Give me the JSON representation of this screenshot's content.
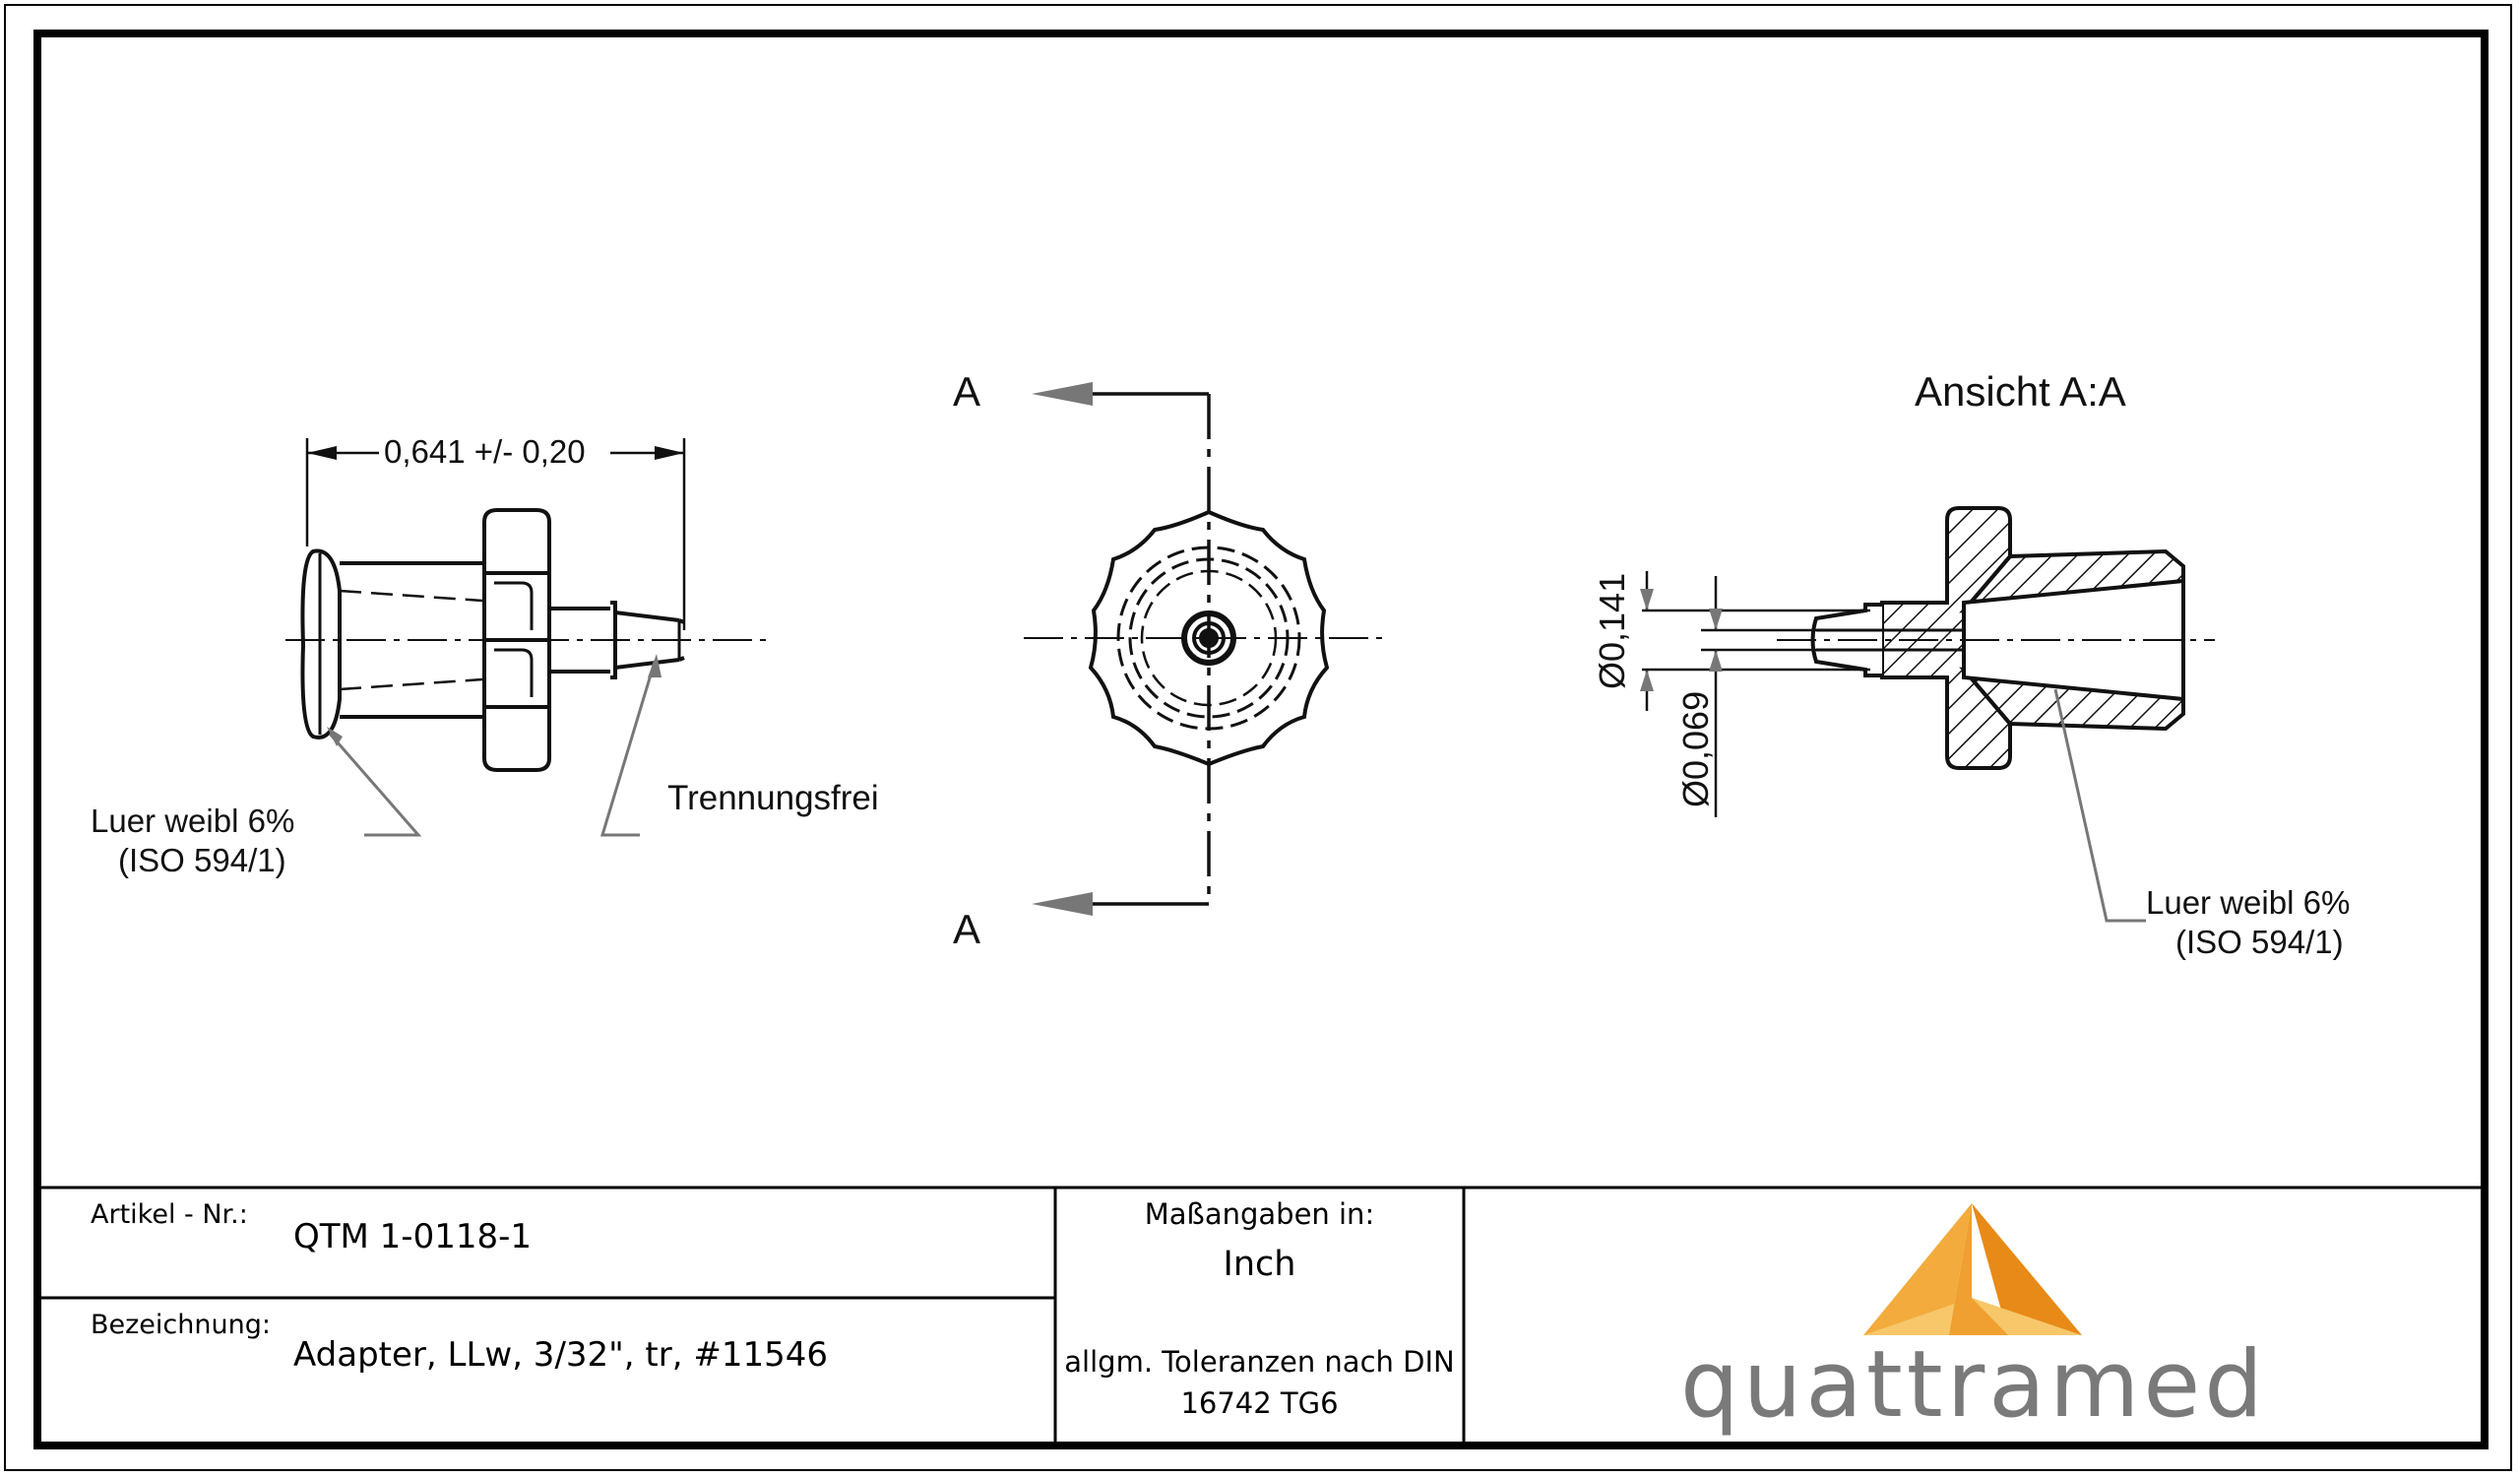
{
  "drawing": {
    "side_view": {
      "length_dimension": "0,641  +/-  0,20",
      "note_luer_line1": "Luer  weibl  6%",
      "note_luer_line2": "(ISO  594/1)",
      "note_trennungsfrei": "Trennungsfrei"
    },
    "front_view": {
      "section_marker_top": "A",
      "section_marker_bottom": "A"
    },
    "section_view": {
      "title": "Ansicht  A:A",
      "diameter_outer": "Ø0,141",
      "diameter_inner": "Ø0,069",
      "note_luer_line1": "Luer  weibl  6%",
      "note_luer_line2": "(ISO  594/1)"
    }
  },
  "title_block": {
    "article_label": "Artikel - Nr.:",
    "article_value": "QTM 1-0118-1",
    "designation_label": "Bezeichnung:",
    "designation_value": "Adapter, LLw, 3/32\", tr, #11546",
    "units_label": "Maßangaben in:",
    "units_value": "Inch",
    "tolerance_line1": "allgm. Toleranzen nach DIN",
    "tolerance_line2": "16742 TG6",
    "logo_text": "quattramed",
    "logo_colors": [
      "#f0a63a",
      "#f7c266",
      "#e88a17"
    ]
  }
}
